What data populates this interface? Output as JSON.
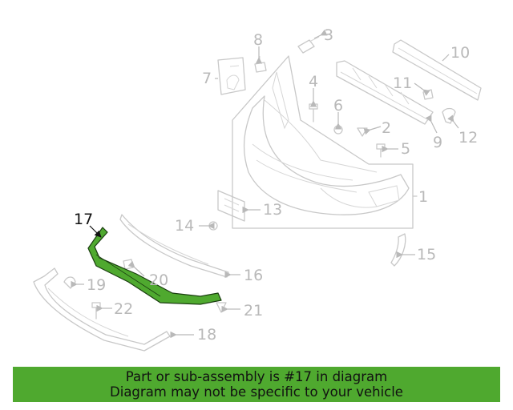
{
  "highlight_color": "#4fa92f",
  "callouts": {
    "c1": "1",
    "c2": "2",
    "c3": "3",
    "c4": "4",
    "c5": "5",
    "c6": "6",
    "c7": "7",
    "c8": "8",
    "c9": "9",
    "c10": "10",
    "c11": "11",
    "c12": "12",
    "c13": "13",
    "c14": "14",
    "c15": "15",
    "c16": "16",
    "c17": "17",
    "c18": "18",
    "c19": "19",
    "c20": "20",
    "c21": "21",
    "c22": "22"
  },
  "banner": {
    "line1": "Part or sub-assembly is #17 in diagram",
    "line2": "Diagram may not be specific to your vehicle"
  }
}
